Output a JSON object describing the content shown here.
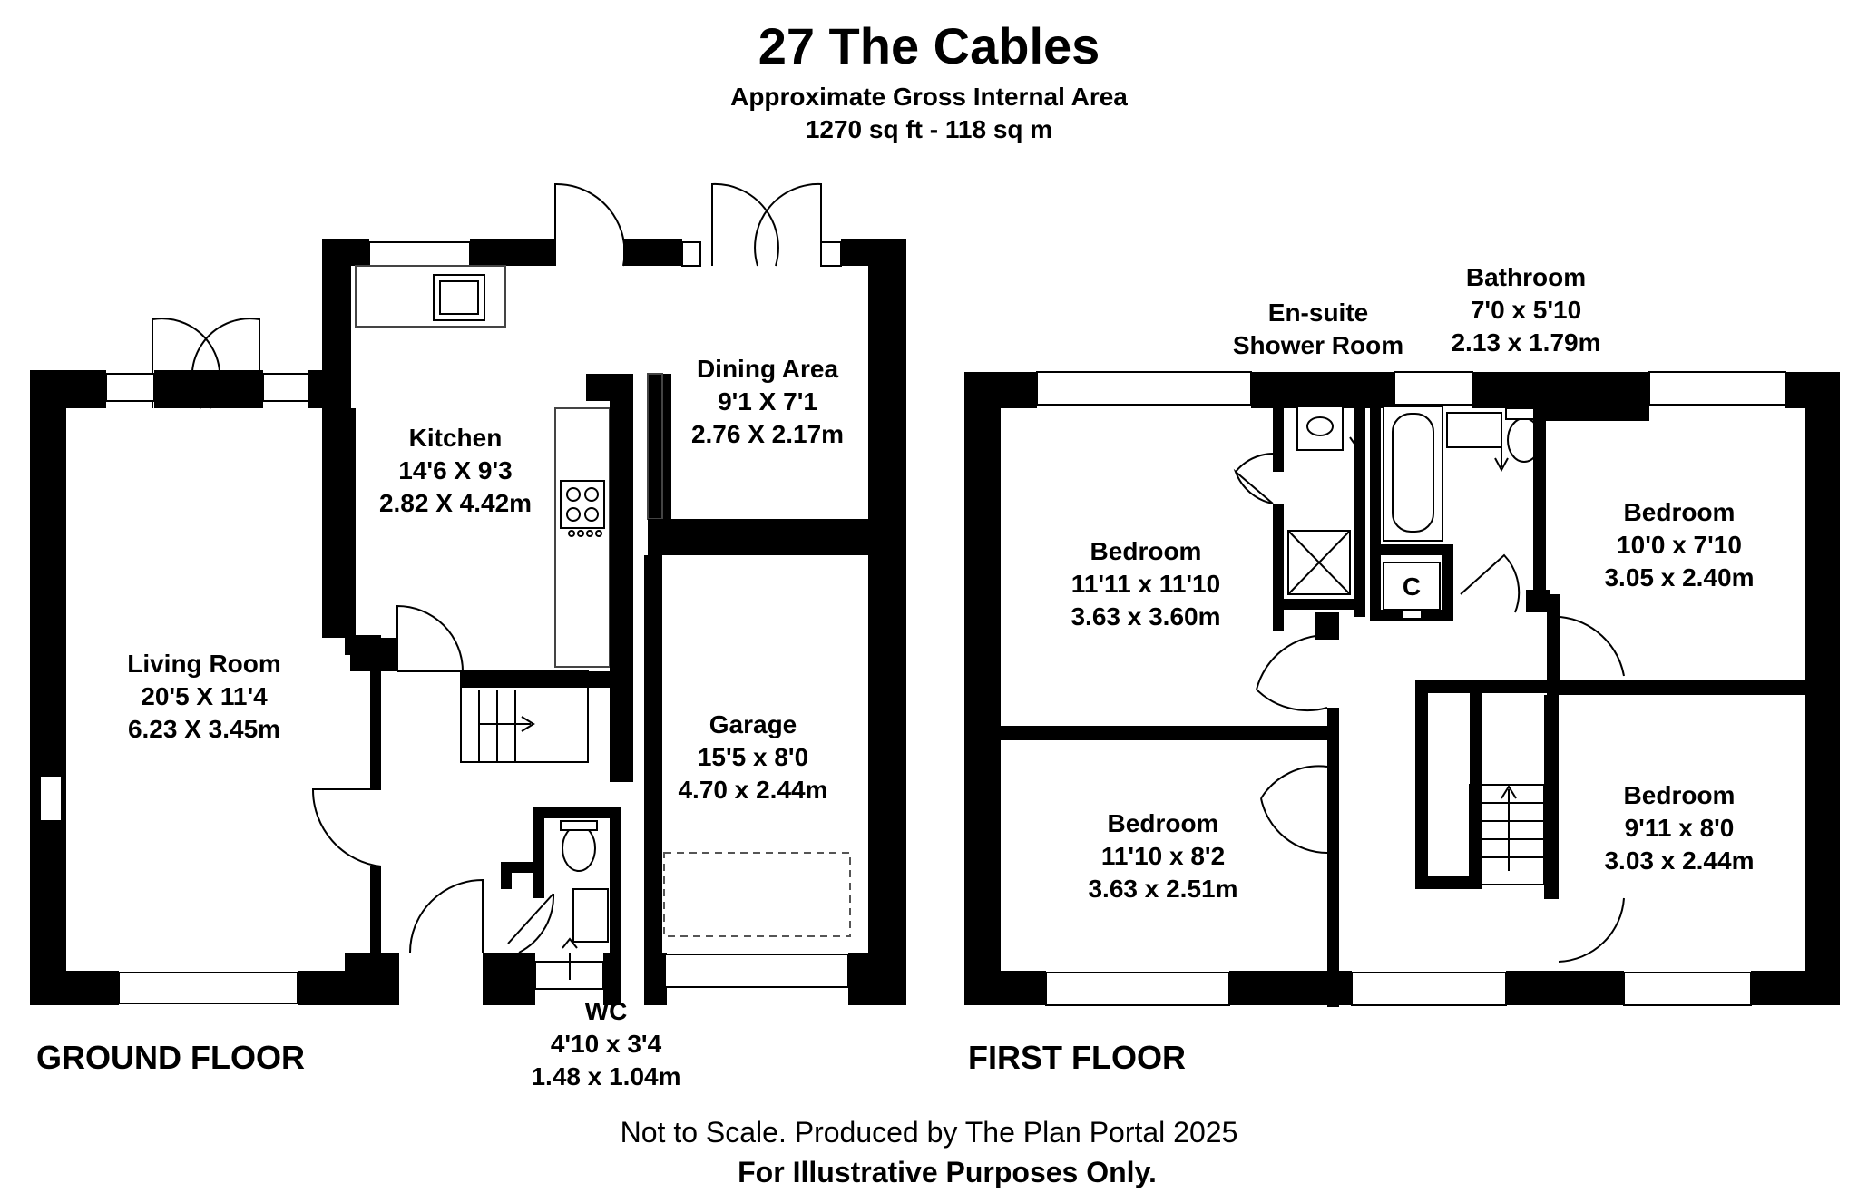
{
  "header": {
    "title": "27 The Cables",
    "area_label": "Approximate Gross Internal Area",
    "area_value": "1270 sq ft - 118 sq m"
  },
  "ground_floor": {
    "label": "GROUND FLOOR",
    "rooms": {
      "living": {
        "name": "Living Room",
        "imperial": "20'5 X 11'4",
        "metric": "6.23 X 3.45m"
      },
      "kitchen": {
        "name": "Kitchen",
        "imperial": "14'6 X 9'3",
        "metric": "2.82 X 4.42m"
      },
      "dining": {
        "name": "Dining Area",
        "imperial": "9'1 X 7'1",
        "metric": "2.76 X 2.17m"
      },
      "garage": {
        "name": "Garage",
        "imperial": "15'5 x 8'0",
        "metric": "4.70 x 2.44m"
      },
      "wc": {
        "name": "WC",
        "imperial": "4'10 x 3'4",
        "metric": "1.48 x 1.04m"
      }
    }
  },
  "first_floor": {
    "label": "FIRST FLOOR",
    "rooms": {
      "ensuite": {
        "name_line1": "En-suite",
        "name_line2": "Shower Room"
      },
      "bathroom": {
        "name": "Bathroom",
        "imperial": "7'0 x 5'10",
        "metric": "2.13 x 1.79m"
      },
      "bed1": {
        "name": "Bedroom",
        "imperial": "11'11 x 11'10",
        "metric": "3.63 x 3.60m"
      },
      "bed2": {
        "name": "Bedroom",
        "imperial": "10'0 x 7'10",
        "metric": "3.05 x 2.40m"
      },
      "bed3": {
        "name": "Bedroom",
        "imperial": "11'10 x 8'2",
        "metric": "3.63 x 2.51m"
      },
      "bed4": {
        "name": "Bedroom",
        "imperial": "9'11 x 8'0",
        "metric": "3.03 x 2.44m"
      },
      "cupboard": {
        "name": "C"
      }
    }
  },
  "footer": {
    "note": "Not to Scale. Produced by The Plan Portal 2025",
    "disclaimer": "For Illustrative Purposes Only."
  }
}
